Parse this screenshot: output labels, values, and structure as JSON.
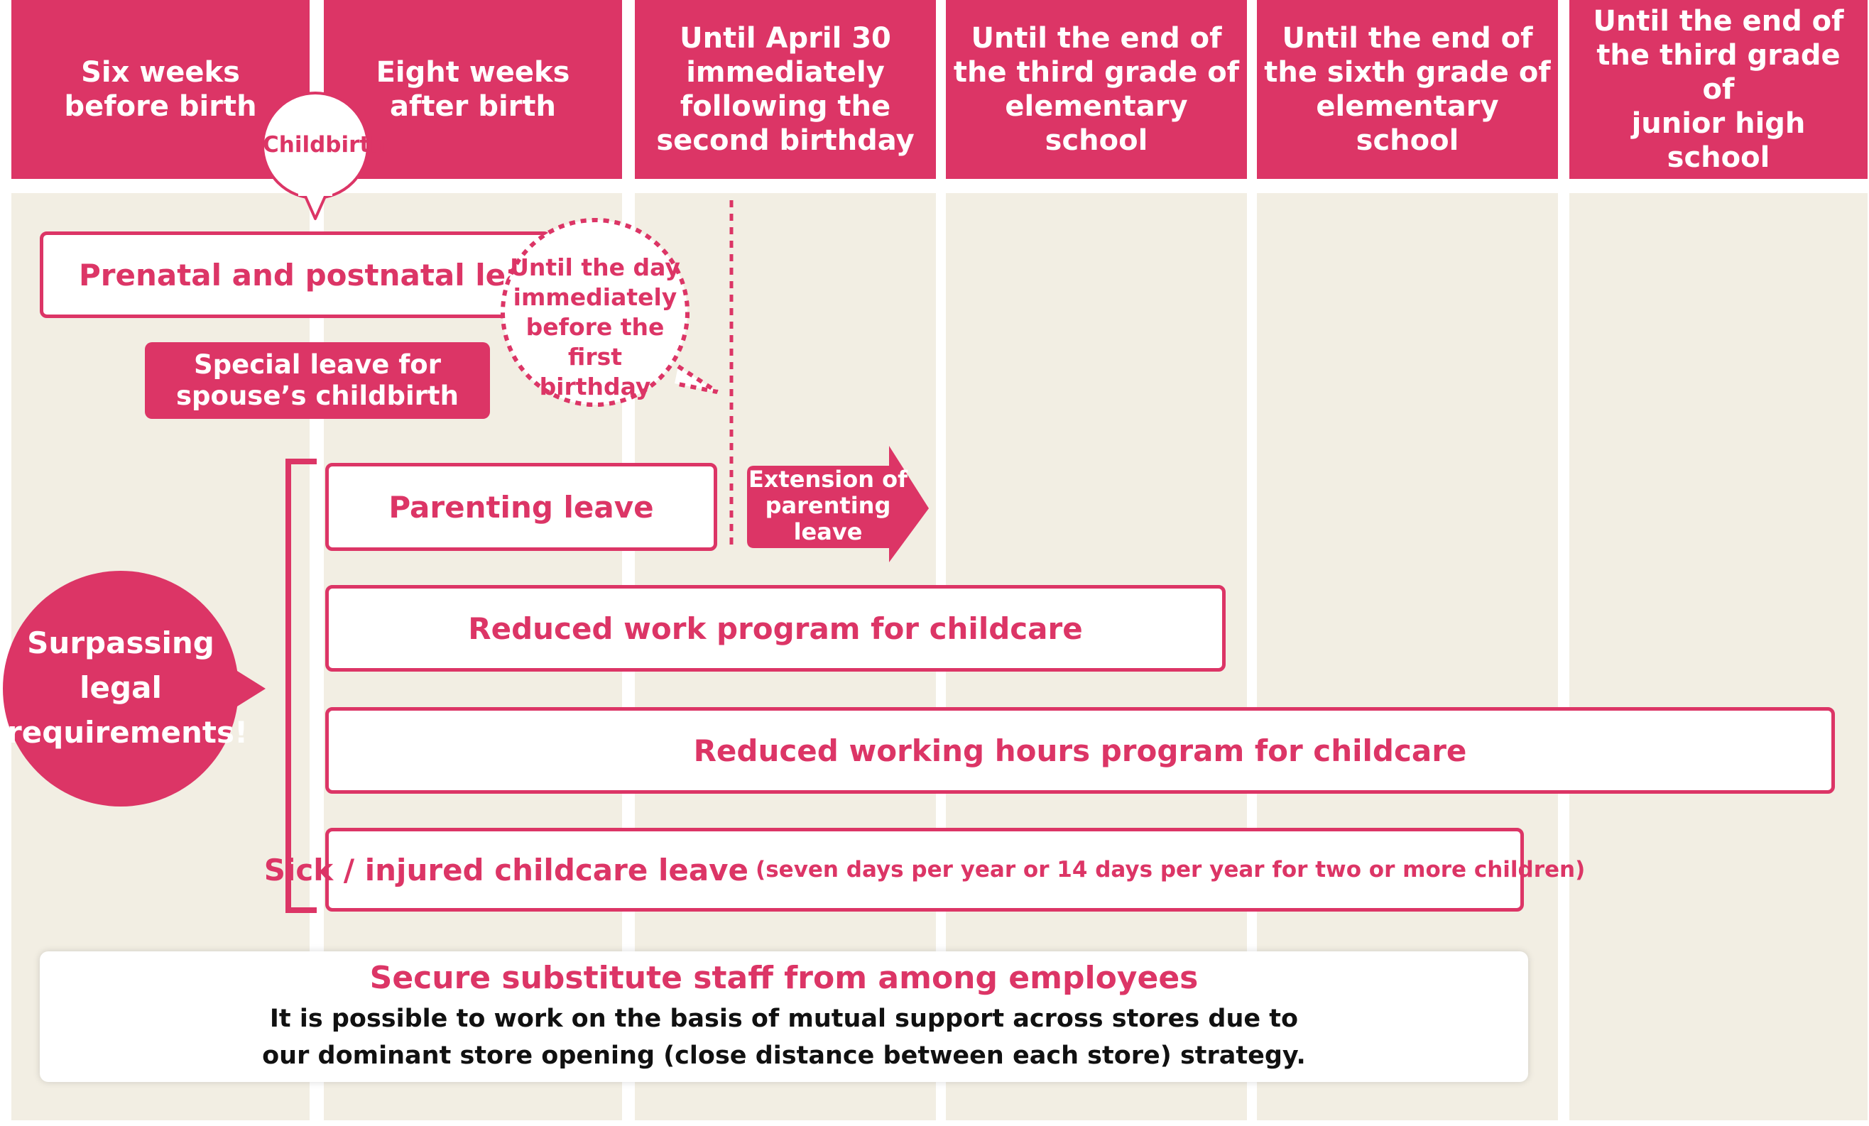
{
  "columns": [
    {
      "label": "Six weeks\nbefore birth"
    },
    {
      "label": "Eight weeks\nafter birth"
    },
    {
      "label": "Until April 30\nimmediately\nfollowing the\nsecond birthday"
    },
    {
      "label": "Until the end of\nthe third grade of\nelementary school"
    },
    {
      "label": "Until the end of\nthe sixth grade of\nelementary school"
    },
    {
      "label": "Until the end of\nthe third grade of\njunior high school"
    }
  ],
  "childbirth_marker": "Childbirth",
  "bars": {
    "prenatal": "Prenatal and postnatal leave",
    "first_birthday_note": "Until the day\nimmediately\nbefore the first\nbirthday",
    "spouse_leave": "Special leave for\nspouse’s childbirth",
    "parenting_leave": "Parenting leave",
    "extension": "Extension of\nparenting\nleave",
    "reduced_work": "Reduced work program for childcare",
    "reduced_hours": "Reduced working hours program for childcare",
    "sick_leave": "Sick / injured childcare leave",
    "sick_leave_note": "(seven days per year or 14 days per year for two or more children)"
  },
  "surpassing": "Surpassing\nlegal\nrequirements!",
  "bottom": {
    "title": "Secure substitute staff from among employees",
    "body": "It is possible to work on the basis of mutual support across stores due to\nour dominant store opening (close distance between each store) strategy."
  },
  "colors": {
    "accent": "#dc3566",
    "column_bg": "#f2eee3",
    "text_dark": "#111111"
  }
}
